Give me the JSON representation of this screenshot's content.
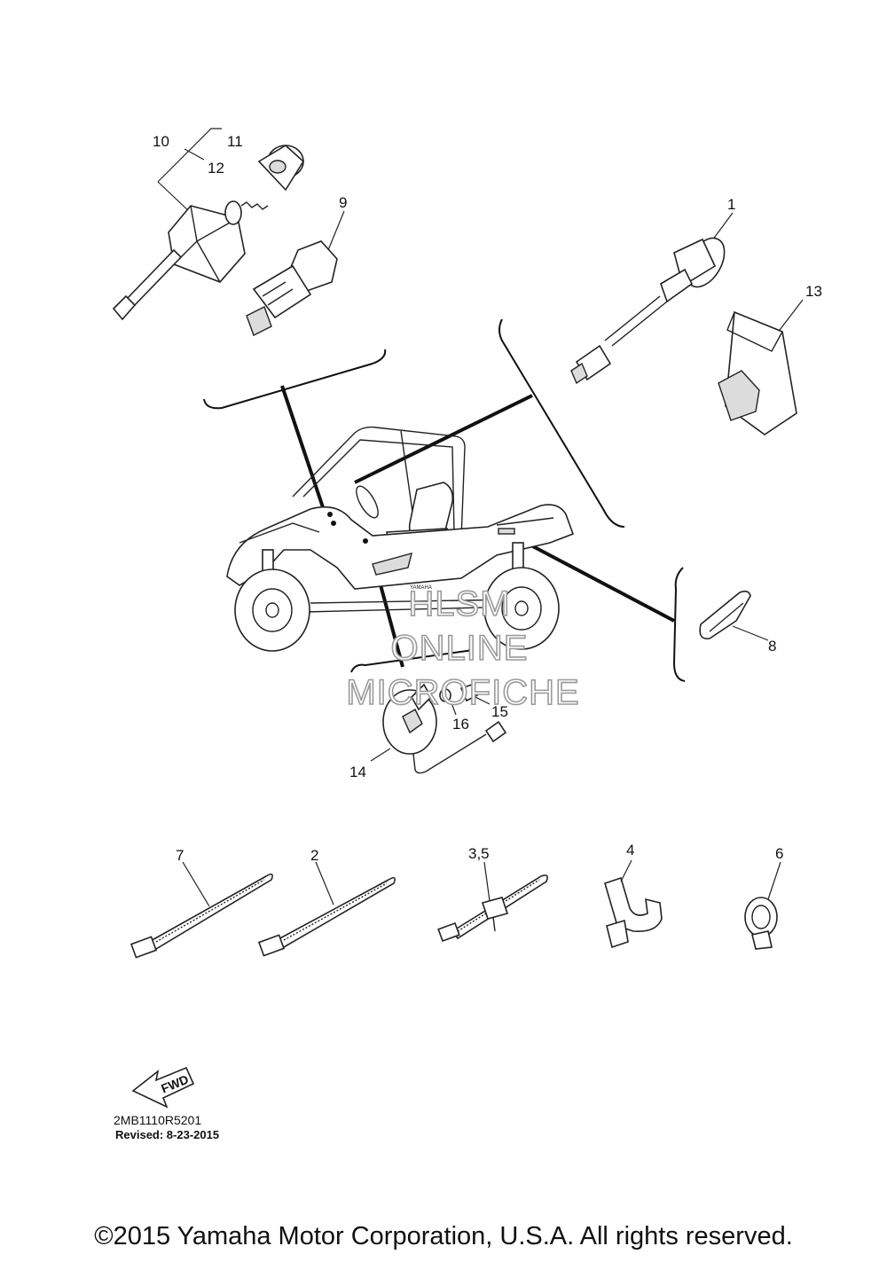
{
  "callouts": {
    "c1": "1",
    "c2": "2",
    "c35": "3,5",
    "c4": "4",
    "c6": "6",
    "c7": "7",
    "c8": "8",
    "c9": "9",
    "c10": "10",
    "c11": "11",
    "c12": "12",
    "c13": "13",
    "c14": "14",
    "c15": "15",
    "c16": "16"
  },
  "watermark": {
    "line1": "HLSM",
    "line2": "ONLINE",
    "line3": "MICROFICHE"
  },
  "vehicle_badge": "YAMAHA",
  "fwd_label": "FWD",
  "diagram_code": "2MB1110R5201",
  "revised": "Revised: 8-23-2015",
  "copyright": "©2015 Yamaha Motor Corporation, U.S.A. All rights reserved."
}
